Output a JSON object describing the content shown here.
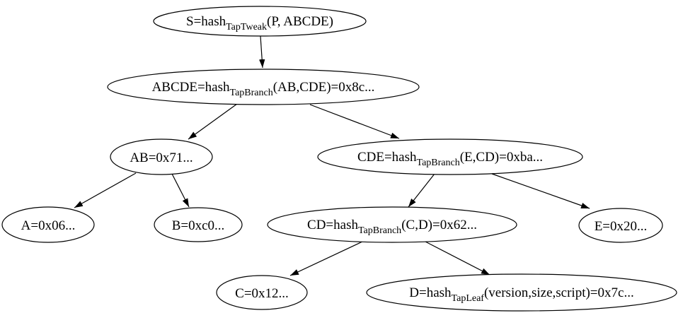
{
  "diagram": {
    "kind": "merkle-tree-graph",
    "background_color": "#ffffff",
    "stroke_color": "#000000",
    "text_color": "#000000",
    "nodes": [
      {
        "id": "S",
        "pre": "S=hash",
        "sub": "TapTweak",
        "post": "(P, ABCDE)"
      },
      {
        "id": "ABCDE",
        "pre": "ABCDE=hash",
        "sub": "TapBranch",
        "post": "(AB,CDE)=0x8c..."
      },
      {
        "id": "AB",
        "pre": "AB=0x71..."
      },
      {
        "id": "CDE",
        "pre": "CDE=hash",
        "sub": "TapBranch",
        "post": "(E,CD)=0xba..."
      },
      {
        "id": "A",
        "pre": "A=0x06..."
      },
      {
        "id": "B",
        "pre": "B=0xc0..."
      },
      {
        "id": "CD",
        "pre": "CD=hash",
        "sub": "TapBranch",
        "post": "(C,D)=0x62..."
      },
      {
        "id": "E",
        "pre": "E=0x20..."
      },
      {
        "id": "C",
        "pre": "C=0x12..."
      },
      {
        "id": "D",
        "pre": "D=hash",
        "sub": "TapLeaf",
        "post": "(version,size,script)=0x7c..."
      }
    ],
    "edges": [
      {
        "from": "S",
        "to": "ABCDE"
      },
      {
        "from": "ABCDE",
        "to": "AB"
      },
      {
        "from": "ABCDE",
        "to": "CDE"
      },
      {
        "from": "AB",
        "to": "A"
      },
      {
        "from": "AB",
        "to": "B"
      },
      {
        "from": "CDE",
        "to": "CD"
      },
      {
        "from": "CDE",
        "to": "E"
      },
      {
        "from": "CD",
        "to": "C"
      },
      {
        "from": "CD",
        "to": "D"
      }
    ]
  }
}
